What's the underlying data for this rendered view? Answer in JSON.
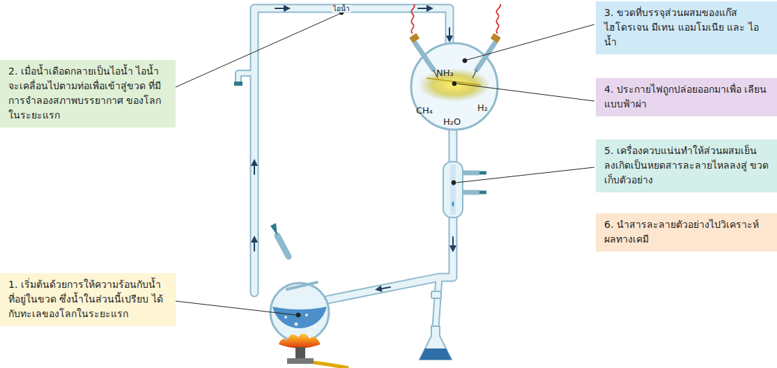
{
  "diagram": {
    "nodes": [
      {
        "text": [
          "1. เริ่มต้นด้วยการให้ความร้อนกับน้ำ ที่อยู่ในขวด ซึ่งน้ำในส่วนนี้เปรียบ ได้กับทะเลของโลกในระยะแรก"
        ]
      },
      {
        "text": [
          "2. เมื่อน้ำเดือดกลายเป็นไอน้ำ ไอน้ำ จะเคลื่อนไปตามท่อเพื่อเข้าสู่ขวด ที่มีการจำลองสภาพบรรยากาศ ของโลกในระยะแรก"
        ]
      },
      {
        "text": [
          "3. ขวดที่บรรจุส่วนผสมของแก๊ส ไฮโดรเจน มีเทน แอมโมเนีย และ ไอน้ำ"
        ]
      },
      {
        "text": [
          "4. ประกายไฟถูกปล่อยออกมาเพื่อ เลียนแบบฟ้าผ่า"
        ]
      },
      {
        "text": [
          "5. เครื่องควบแน่นทำให้ส่วนผสมเย็น ลงเกิดเป็นหยดสารละลายไหลลงสู่ ขวดเก็บตัวอย่าง"
        ]
      },
      {
        "text": [
          "6. นำสารละลายตัวอย่างไปวิเคราะห์ ผลทางเคมี"
        ]
      }
    ],
    "labels": [
      "ไอน้ำ",
      "NH₃",
      "CH₄",
      "H₂",
      "H₂O"
    ]
  }
}
